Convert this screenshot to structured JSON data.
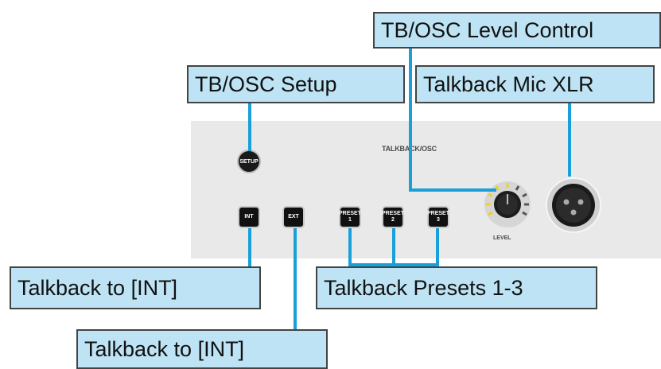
{
  "panel": {
    "title": "TALKBACK/OSC",
    "setup_label": "SETUP",
    "int_label": "INT",
    "ext_label": "EXT",
    "presets": [
      {
        "top": "PRESET",
        "num": "1"
      },
      {
        "top": "PRESET",
        "num": "2"
      },
      {
        "top": "PRESET",
        "num": "3"
      }
    ],
    "level_label": "LEVEL"
  },
  "callouts": {
    "level_control": "TB/OSC Level Control",
    "setup": "TB/OSC Setup",
    "mic_xlr": "Talkback Mic XLR",
    "int_1": "Talkback to [INT]",
    "presets": "Talkback Presets 1-3",
    "int_2": "Talkback to [INT]"
  },
  "colors": {
    "callout_fill": "#bde3f4",
    "connector": "#1aa0d8",
    "panel": "#e9e9e9"
  }
}
